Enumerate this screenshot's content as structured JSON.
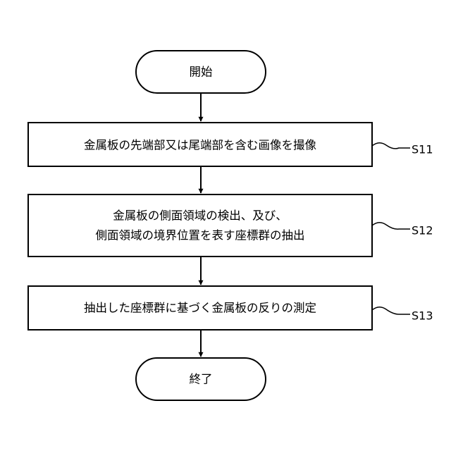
{
  "flowchart": {
    "start": {
      "text": "開始"
    },
    "step_s11": {
      "lines": [
        "金属板の先端部又は尾端部を含む画像を撮像"
      ],
      "label": "S11"
    },
    "step_s12": {
      "lines": [
        "金属板の側面領域の検出、及び、",
        "側面領域の境界位置を表す座標群の抽出"
      ],
      "label": "S12"
    },
    "step_s13": {
      "lines": [
        "抽出した座標群に基づく金属板の反りの測定"
      ],
      "label": "S13"
    },
    "end": {
      "text": "終了"
    }
  }
}
